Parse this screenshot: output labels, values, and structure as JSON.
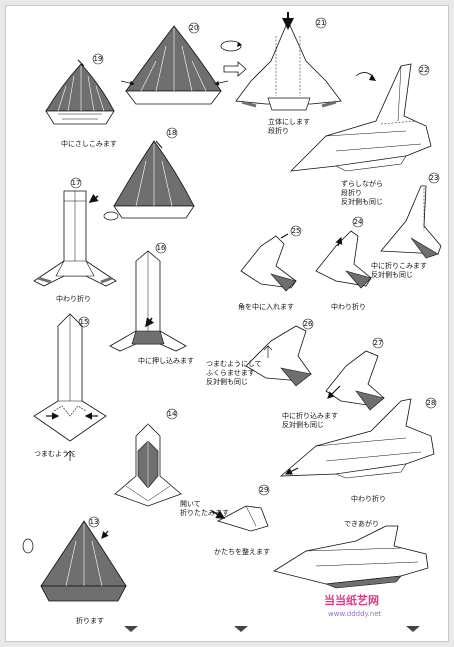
{
  "page": {
    "background": "#ffffff",
    "paper_dark": "#6f6f6f",
    "paper_light": "#ffffff",
    "line": "#111111"
  },
  "steps": [
    {
      "number": "13",
      "caption": "折ります"
    },
    {
      "number": "14",
      "caption": "開いて\n折りたたみます"
    },
    {
      "number": "15",
      "caption": "つまむように"
    },
    {
      "number": "16",
      "caption": "中に押し込みます"
    },
    {
      "number": "17",
      "caption": "中わり折り"
    },
    {
      "number": "18",
      "caption": ""
    },
    {
      "number": "19",
      "caption": "中にさしこみます"
    },
    {
      "number": "20",
      "caption": ""
    },
    {
      "number": "21",
      "caption": "立体にします\n段折り"
    },
    {
      "number": "22",
      "caption": "ずらしながら\n段折り\n反対側も同じ"
    },
    {
      "number": "23",
      "caption": "中に折りこみます\n反対側も同じ"
    },
    {
      "number": "24",
      "caption": "中わり折り"
    },
    {
      "number": "25",
      "caption": "角を中に入れます"
    },
    {
      "number": "26",
      "caption": "つまむようにして\nふくらませます\n反対側も同じ"
    },
    {
      "number": "27",
      "caption": "中に折り込みます\n反対側も同じ"
    },
    {
      "number": "28",
      "caption": "中わり折り"
    },
    {
      "number": "29",
      "caption": "かたちを整えます"
    }
  ],
  "finished_label": "できあがり",
  "watermark": {
    "brand": "当当纸艺网",
    "url": "www.ddddy.net",
    "brand_color": "#e8338a",
    "url_color": "#9a6fc0"
  },
  "icons": [
    "rotate-arrow-icon",
    "flip-over-arrow-icon",
    "push-arrow-icon"
  ]
}
